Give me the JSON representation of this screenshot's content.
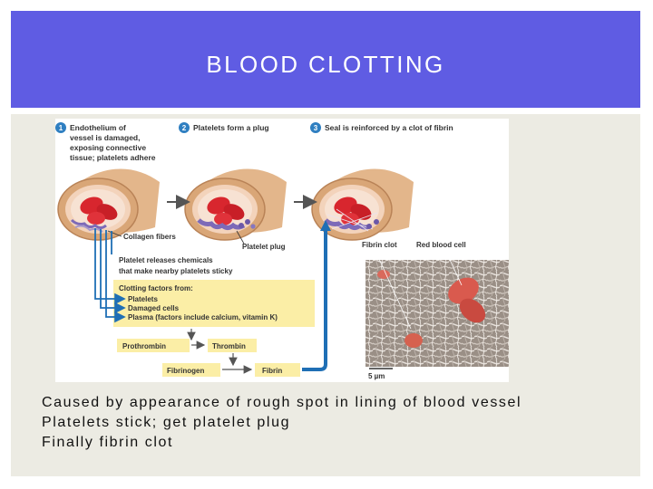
{
  "slide": {
    "title": "BLOOD CLOTTING",
    "bullets": [
      "Caused by appearance of rough spot in lining of blood vessel",
      "Platelets stick; get platelet plug",
      "Finally fibrin clot"
    ]
  },
  "diagram": {
    "steps": [
      {
        "number": "1",
        "lines": [
          "Endothelium of",
          "vessel is damaged,",
          "exposing connective",
          "tissue; platelets adhere"
        ]
      },
      {
        "number": "2",
        "lines": [
          "Platelets form a plug"
        ]
      },
      {
        "number": "3",
        "lines": [
          "Seal is reinforced by a clot of fibrin"
        ]
      }
    ],
    "labels": {
      "collagen": "Collagen fibers",
      "platelet_plug": "Platelet plug",
      "fibrin_clot": "Fibrin clot",
      "red_blood_cell": "Red blood cell",
      "release_line1": "Platelet releases chemicals",
      "release_line2": "that make nearby platelets sticky",
      "scale": "5 µm"
    },
    "factors": {
      "heading": "Clotting factors from:",
      "items": [
        "Platelets",
        "Damaged cells",
        "Plasma (factors include calcium, vitamin K)"
      ]
    },
    "cascade": {
      "prothrombin": "Prothrombin",
      "thrombin": "Thrombin",
      "fibrinogen": "Fibrinogen",
      "fibrin": "Fibrin"
    },
    "colors": {
      "step_badge": "#2f7fc1",
      "arrow_blue": "#1f6fb5",
      "factor_box": "#fbeea6",
      "vessel_wall": "#d9a677",
      "red_cell": "#d8262e",
      "platelet": "#7d6ab8"
    }
  }
}
